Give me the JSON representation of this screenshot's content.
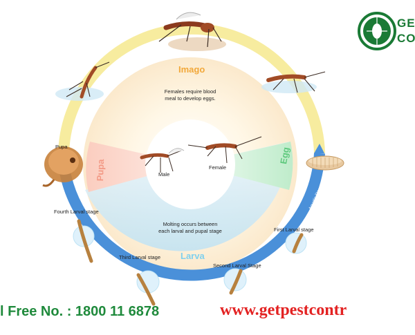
{
  "stages": {
    "imago": "Imago",
    "egg": "Egg",
    "larva": "Larva",
    "pupa": "Pupa",
    "aquatic": "Aquatic Stages"
  },
  "notes": {
    "blood_line1": "Females require blood",
    "blood_line2": "meal to develop eggs.",
    "molting_line1": "Molting occurs between",
    "molting_line2": "each larval and pupal stage"
  },
  "labels": {
    "male": "Male",
    "female": "Female",
    "pupa": "Pupa",
    "fourth": "Fourth Larval stage",
    "third": "Third Larval stage",
    "second": "Second Larval Stage",
    "first": "First Larval stage"
  },
  "logo": {
    "line1": "GE",
    "line2": "CO"
  },
  "footer": {
    "phone": "l Free No. : 1800 11 6878",
    "website": "www.getpestcontr"
  },
  "colors": {
    "imago": "#f2a83a",
    "egg": "#5fc97e",
    "larva": "#7fd0ee",
    "pupa": "#f39a86",
    "ring_blue": "#4a90d9",
    "ring_yellow": "#f7ec9f",
    "phone": "#1f8a3c",
    "website": "#e32222",
    "logo": "#1a7a35"
  }
}
